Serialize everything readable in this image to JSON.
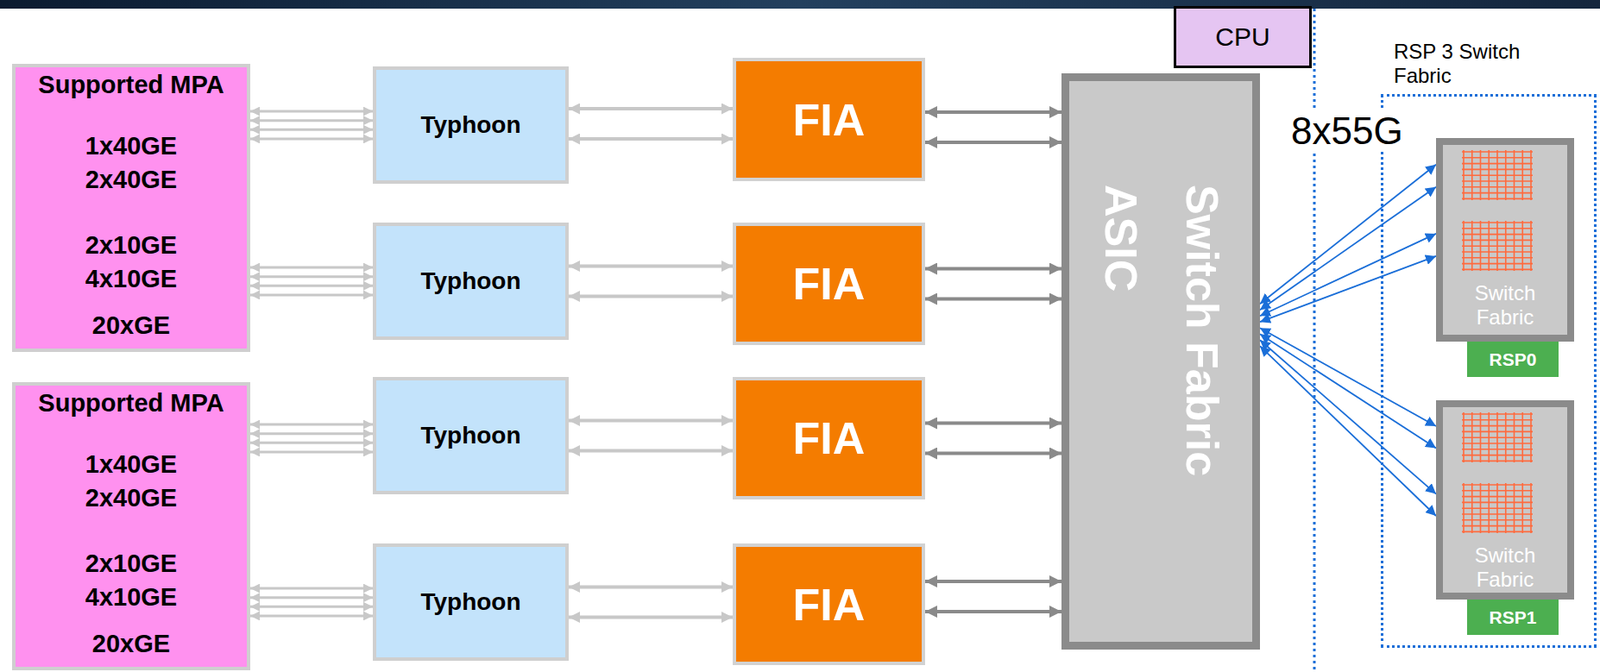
{
  "diagram": {
    "nodes": [
      {
        "text": [
          "Supported MPA",
          "1x40GE",
          "2x40GE",
          "2x10GE",
          "4x10GE",
          "20xGE"
        ]
      },
      {
        "text": [
          "Typhoon"
        ]
      },
      {
        "text": [
          "FIA"
        ]
      },
      {
        "text": [
          "Typhoon"
        ]
      },
      {
        "text": [
          "FIA"
        ]
      },
      {
        "text": [
          "Supported MPA",
          "1x40GE",
          "2x40GE",
          "2x10GE",
          "4x10GE",
          "20xGE"
        ]
      },
      {
        "text": [
          "Typhoon"
        ]
      },
      {
        "text": [
          "FIA"
        ]
      },
      {
        "text": [
          "Typhoon"
        ]
      },
      {
        "text": [
          "FIA"
        ]
      },
      {
        "text": [
          "CPU"
        ]
      },
      {
        "text": [
          "Switch Fabric ASIC"
        ]
      },
      {
        "text": [
          "RSP  3 Switch Fabric"
        ]
      },
      {
        "text": [
          "Switch Fabric"
        ],
        "in": 12
      },
      {
        "text": [
          "RSP0"
        ],
        "in": 12
      },
      {
        "text": [
          "Switch Fabric"
        ],
        "in": 12
      },
      {
        "text": [
          "RSP1"
        ],
        "in": 12
      }
    ],
    "edges": [
      {
        "from": 0,
        "to": 1,
        "arrow": "both"
      },
      {
        "from": 0,
        "to": 1,
        "arrow": "both"
      },
      {
        "from": 0,
        "to": 1,
        "arrow": "both"
      },
      {
        "from": 0,
        "to": 1,
        "arrow": "both"
      },
      {
        "from": 0,
        "to": 3,
        "arrow": "both"
      },
      {
        "from": 0,
        "to": 3,
        "arrow": "both"
      },
      {
        "from": 0,
        "to": 3,
        "arrow": "both"
      },
      {
        "from": 0,
        "to": 3,
        "arrow": "both"
      },
      {
        "from": 1,
        "to": 2,
        "arrow": "both"
      },
      {
        "from": 1,
        "to": 2,
        "arrow": "both"
      },
      {
        "from": 3,
        "to": 4,
        "arrow": "both"
      },
      {
        "from": 3,
        "to": 4,
        "arrow": "both"
      },
      {
        "from": 2,
        "to": 11,
        "arrow": "both"
      },
      {
        "from": 2,
        "to": 11,
        "arrow": "both"
      },
      {
        "from": 4,
        "to": 11,
        "arrow": "both"
      },
      {
        "from": 4,
        "to": 11,
        "arrow": "both"
      },
      {
        "from": 5,
        "to": 6,
        "arrow": "both"
      },
      {
        "from": 5,
        "to": 6,
        "arrow": "both"
      },
      {
        "from": 5,
        "to": 6,
        "arrow": "both"
      },
      {
        "from": 5,
        "to": 6,
        "arrow": "both"
      },
      {
        "from": 5,
        "to": 8,
        "arrow": "both"
      },
      {
        "from": 5,
        "to": 8,
        "arrow": "both"
      },
      {
        "from": 5,
        "to": 8,
        "arrow": "both"
      },
      {
        "from": 5,
        "to": 8,
        "arrow": "both"
      },
      {
        "from": 6,
        "to": 7,
        "arrow": "both"
      },
      {
        "from": 6,
        "to": 7,
        "arrow": "both"
      },
      {
        "from": 8,
        "to": 9,
        "arrow": "both"
      },
      {
        "from": 8,
        "to": 9,
        "arrow": "both"
      },
      {
        "from": 7,
        "to": 11,
        "arrow": "both"
      },
      {
        "from": 7,
        "to": 11,
        "arrow": "both"
      },
      {
        "from": 9,
        "to": 11,
        "arrow": "both"
      },
      {
        "from": 9,
        "to": 11,
        "arrow": "both"
      },
      {
        "from": 11,
        "to": 13,
        "arrow": "both"
      },
      {
        "from": 11,
        "to": 13,
        "arrow": "both"
      },
      {
        "from": 11,
        "to": 13,
        "arrow": "both"
      },
      {
        "from": 11,
        "to": 13,
        "arrow": "both"
      },
      {
        "from": 11,
        "to": 15,
        "arrow": "both"
      },
      {
        "from": 11,
        "to": 15,
        "arrow": "both"
      },
      {
        "from": 11,
        "to": 15,
        "arrow": "both"
      },
      {
        "from": 11,
        "to": 15,
        "arrow": "both"
      }
    ],
    "labels": [
      "8x55G"
    ]
  }
}
